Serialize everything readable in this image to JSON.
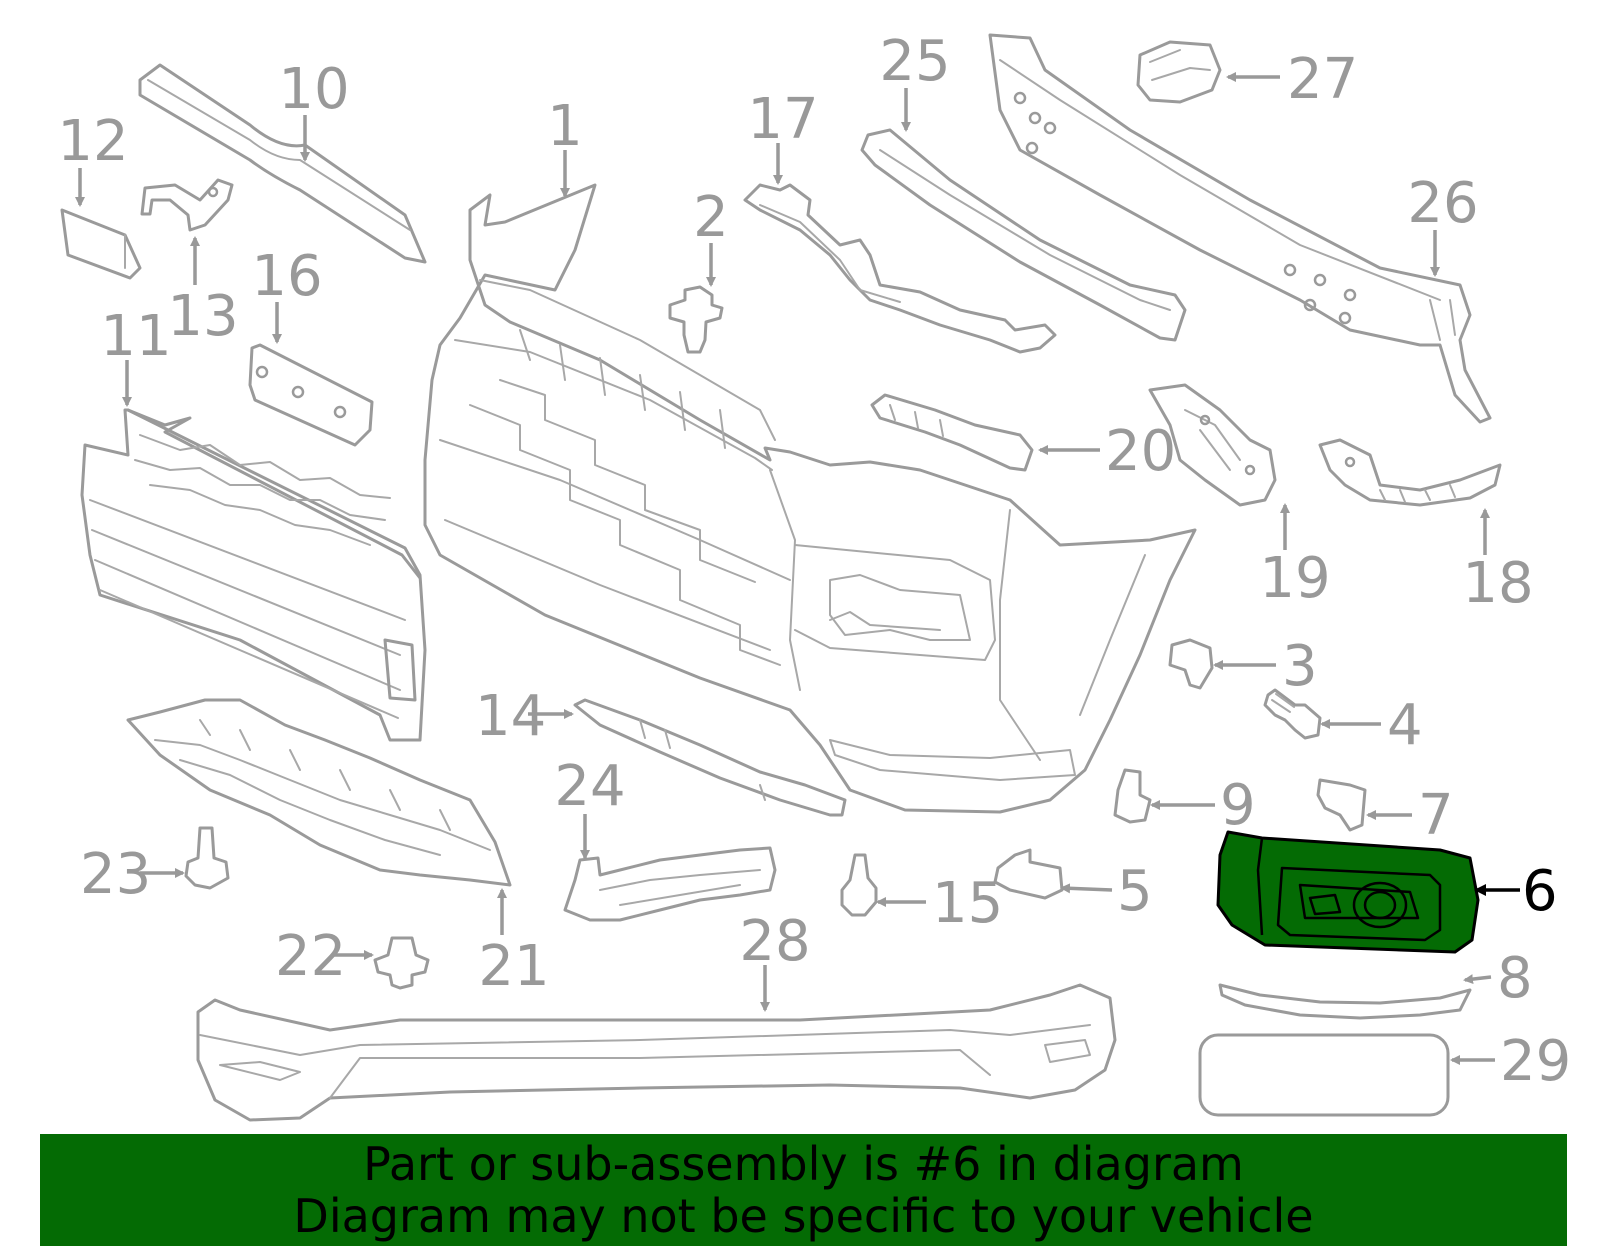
{
  "callouts": {
    "c1": "1",
    "c2": "2",
    "c3": "3",
    "c4": "4",
    "c5": "5",
    "c6": "6",
    "c7": "7",
    "c8": "8",
    "c9": "9",
    "c10": "10",
    "c11": "11",
    "c12": "12",
    "c13": "13",
    "c14": "14",
    "c15": "15",
    "c16": "16",
    "c17": "17",
    "c18": "18",
    "c19": "19",
    "c20": "20",
    "c21": "21",
    "c22": "22",
    "c23": "23",
    "c24": "24",
    "c25": "25",
    "c26": "26",
    "c27": "27",
    "c28": "28",
    "c29": "29"
  },
  "highlighted_part": "6",
  "colors": {
    "highlight": "#046b04",
    "line_art": "#9a9a9a",
    "active_text": "#000000"
  },
  "banner": {
    "line1": "Part or sub-assembly is #6 in diagram",
    "line2": "Diagram may not be specific to your vehicle"
  }
}
